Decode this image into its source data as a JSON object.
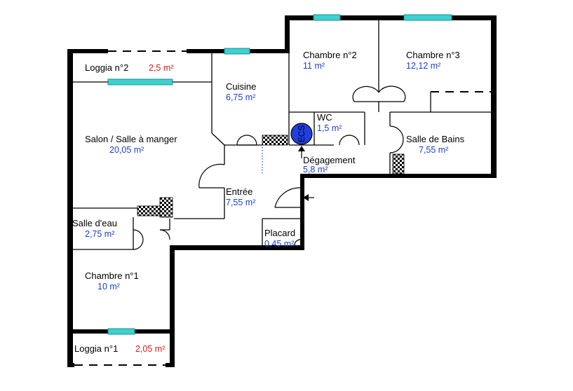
{
  "rooms": {
    "loggia2": {
      "name": "Loggia n°2",
      "area": "2,5  m²"
    },
    "cuisine": {
      "name": "Cuisine",
      "area": "6,75  m²"
    },
    "chambre2": {
      "name": "Chambre n°2",
      "area": "11  m²"
    },
    "chambre3": {
      "name": "Chambre n°3",
      "area": "12,12  m²"
    },
    "salon": {
      "name": "Salon / Salle à manger",
      "area": "20,05  m²"
    },
    "wc": {
      "name": "WC",
      "area": "1,5  m²"
    },
    "salle_bains": {
      "name": "Salle de Bains",
      "area": "7,55  m²"
    },
    "degagement": {
      "name": "Dégagement",
      "area": "5,8  m²"
    },
    "entree": {
      "name": "Entrée",
      "area": "7,55  m²"
    },
    "salle_eau": {
      "name": "Salle d'eau",
      "area": "2,75  m²"
    },
    "placard": {
      "name": "Placard",
      "area": "0,45  m²"
    },
    "chambre1": {
      "name": "Chambre n°1",
      "area": "10  m²"
    },
    "loggia1": {
      "name": "Loggia n°1",
      "area": "2,05  m²"
    }
  },
  "ecs": {
    "label": "ECS",
    "color": "#1f3fe0"
  },
  "colors": {
    "area_text": "#1a3fd1",
    "loggia_area_text": "#e01a1a",
    "window": "#3fd0d0"
  }
}
